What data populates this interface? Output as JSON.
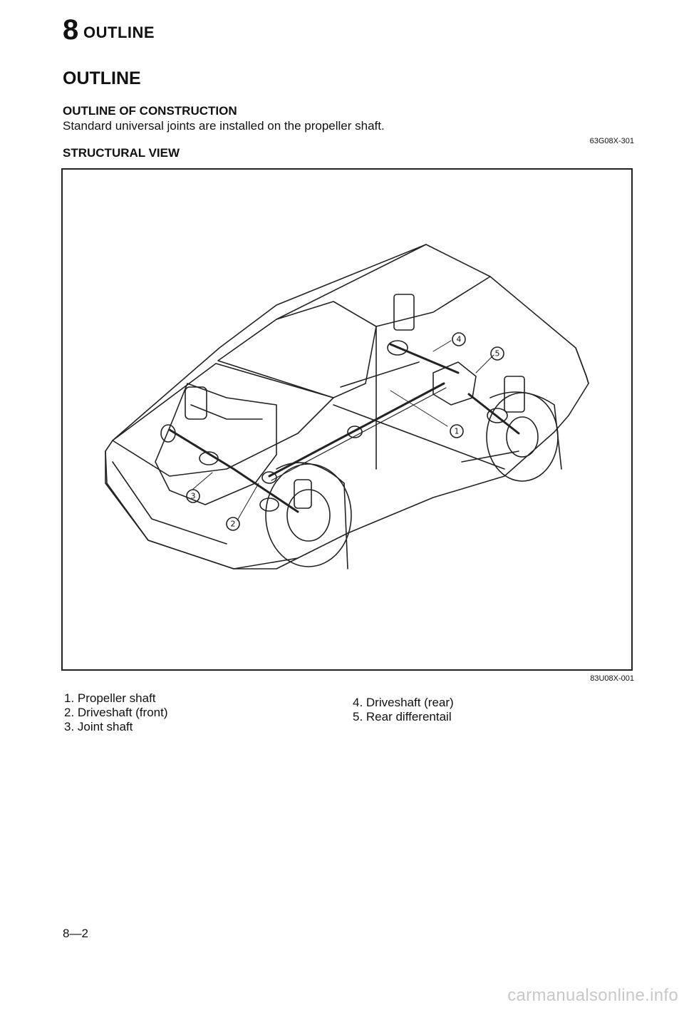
{
  "header": {
    "number": "8",
    "title": "OUTLINE"
  },
  "section_title": "OUTLINE",
  "subsection_title": "OUTLINE OF CONSTRUCTION",
  "intro_text": "Standard universal joints are installed on the propeller shaft.",
  "ref_code_1": "63G08X-301",
  "structural_view_title": "STRUCTURAL VIEW",
  "figure": {
    "callouts": [
      "1",
      "2",
      "3",
      "4",
      "5"
    ],
    "ref_code": "83U08X-001"
  },
  "legend": {
    "left": [
      "1. Propeller shaft",
      "2. Driveshaft (front)",
      "3. Joint shaft"
    ],
    "right": [
      "4. Driveshaft (rear)",
      "5. Rear differentail"
    ]
  },
  "page_number": "8—2",
  "watermark": "carmanualsonline.info"
}
